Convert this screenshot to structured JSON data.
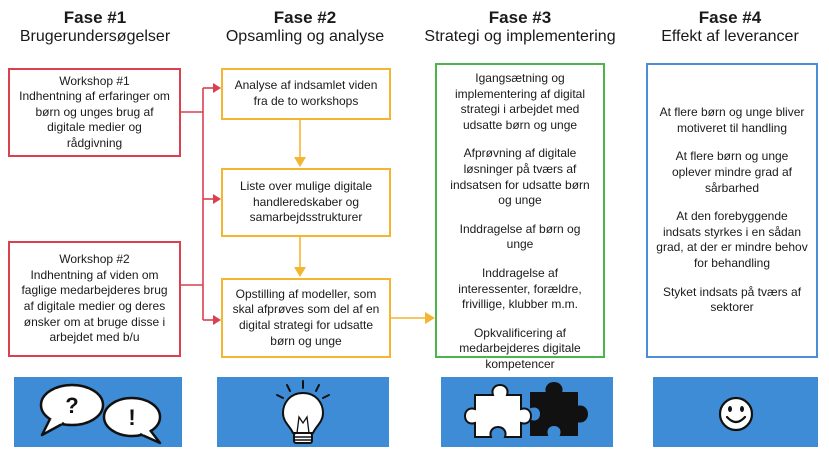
{
  "phases": [
    {
      "number": "Fase #1",
      "title": "Brugerundersøgelser"
    },
    {
      "number": "Fase #2",
      "title": "Opsamling og analyse"
    },
    {
      "number": "Fase #3",
      "title": "Strategi og implementering"
    },
    {
      "number": "Fase #4",
      "title": "Effekt af leverancer"
    }
  ],
  "phase1": {
    "workshop1": {
      "title": "Workshop #1",
      "body": "Indhentning af erfaringer om børn og unges brug af digitale medier og rådgivning"
    },
    "workshop2": {
      "title": "Workshop #2",
      "body": "Indhentning af viden om faglige medarbejderes brug af digitale medier og deres ønsker om at bruge disse i arbejdet med b/u"
    }
  },
  "phase2": {
    "box1": "Analyse af indsamlet viden fra de to workshops",
    "box2": "Liste over mulige digitale handleredskaber og samarbejdsstrukturer",
    "box3": "Opstilling af modeller, som skal afprøves som del af en digital strategi for udsatte børn og unge"
  },
  "phase3": {
    "items": [
      "Igangsætning og implementering af digital strategi i arbejdet med udsatte børn og unge",
      "Afprøvning af digitale løsninger på tværs af indsatsen for udsatte børn og unge",
      "Inddragelse af børn og unge",
      "Inddragelse af interessenter, forældre, frivillige, klubber m.m.",
      "Opkvalificering af medarbejderes digitale kompetencer"
    ]
  },
  "phase4": {
    "items": [
      "At flere børn og unge bliver motiveret til handling",
      "At flere børn og unge oplever mindre grad af sårbarhed",
      "At den forebyggende indsats styrkes i en sådan grad, at der er mindre behov for behandling",
      "Styket indsats på tværs af sektorer"
    ]
  },
  "icons": {
    "panel1": [
      "speech-bubble-question-icon",
      "speech-bubble-exclamation-icon"
    ],
    "panel2": [
      "lightbulb-icon"
    ],
    "panel3": [
      "puzzle-pieces-icon"
    ],
    "panel4": [
      "smiley-icon"
    ],
    "glyph_question": "?",
    "glyph_exclamation": "!"
  },
  "colors": {
    "phase1_border": "#d94050",
    "phase2_border": "#f4b531",
    "phase3_border": "#4db44d",
    "phase4_border": "#4a8ed6",
    "icon_panel": "#3e8bd6"
  }
}
